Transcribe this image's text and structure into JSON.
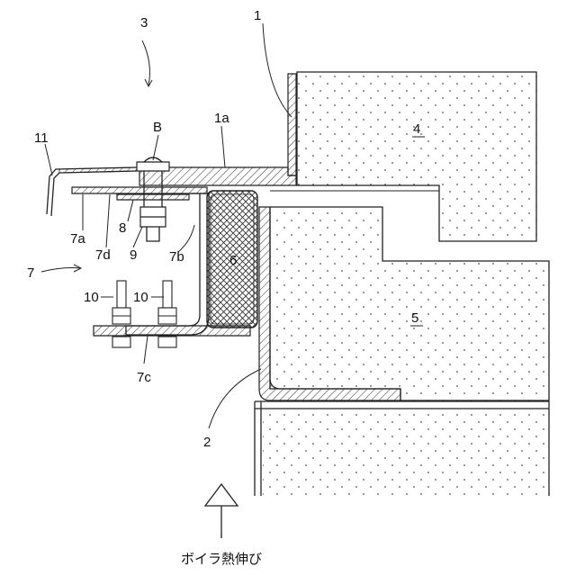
{
  "diagram": {
    "labels": {
      "l3": "3",
      "l1": "1",
      "lB": "B",
      "l1a": "1a",
      "l11": "11",
      "l4": "4",
      "l7a": "7a",
      "l7d": "7d",
      "l8": "8",
      "l9": "9",
      "l7b": "7b",
      "l6": "6",
      "l7": "7",
      "l10a": "10",
      "l10b": "10",
      "l5": "5",
      "l7c": "7c",
      "l2": "2"
    },
    "caption": "ボイラ熱伸び"
  }
}
